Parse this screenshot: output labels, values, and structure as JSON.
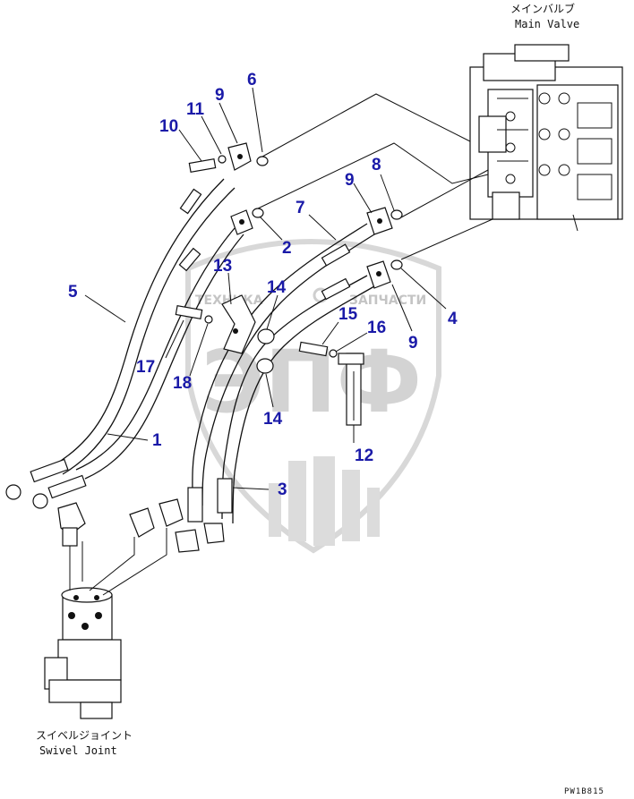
{
  "labels": {
    "main_valve_jp": "メインバルブ",
    "main_valve_en": "Main Valve",
    "swivel_joint_jp": "スイベルジョイント",
    "swivel_joint_en": "Swivel Joint",
    "drawing_code": "PW1B815"
  },
  "watermark": {
    "left_text": "ТЕХНИКА",
    "right_text": "ЗАПЧАСТИ",
    "big_text": "ЭПФ"
  },
  "callouts": {
    "c1": "1",
    "c2": "2",
    "c3": "3",
    "c4": "4",
    "c5": "5",
    "c6": "6",
    "c7": "7",
    "c8": "8",
    "c9a": "9",
    "c9b": "9",
    "c9c": "9",
    "c10": "10",
    "c11": "11",
    "c12": "12",
    "c13": "13",
    "c14a": "14",
    "c14b": "14",
    "c15": "15",
    "c16": "16",
    "c17": "17",
    "c18": "18"
  },
  "colors": {
    "callout": "#1a1aa8",
    "line": "#111111",
    "watermark": "#d3d3d3"
  }
}
